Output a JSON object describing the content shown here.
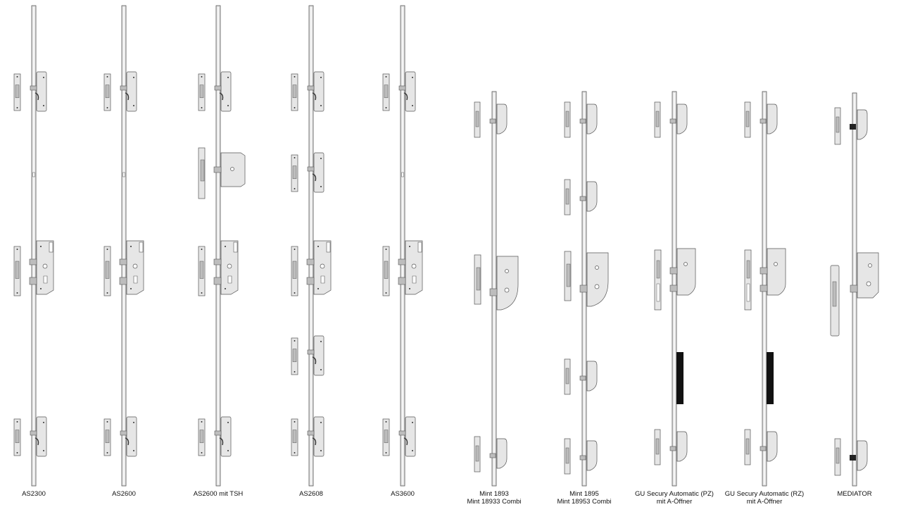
{
  "products": [
    {
      "id": "as2300",
      "lines": [
        "AS2300"
      ]
    },
    {
      "id": "as2600",
      "lines": [
        "AS2600"
      ]
    },
    {
      "id": "as2600-tsh",
      "lines": [
        "AS2600 mit TSH"
      ]
    },
    {
      "id": "as2608",
      "lines": [
        "AS2608"
      ]
    },
    {
      "id": "as3600",
      "lines": [
        "AS3600"
      ]
    },
    {
      "id": "mint-1893",
      "lines": [
        "Mint 1893",
        "Mint 18933 Combi"
      ]
    },
    {
      "id": "mint-1895",
      "lines": [
        "Mint 1895",
        "Mint 18953 Combi"
      ]
    },
    {
      "id": "gu-secury-pz",
      "lines": [
        "GU Secury Automatic (PZ)",
        "mit A-Öffner"
      ]
    },
    {
      "id": "gu-secury-rz",
      "lines": [
        "GU Secury Automatic (RZ)",
        "mit A-Öffner"
      ]
    },
    {
      "id": "mediator",
      "lines": [
        "MEDIATOR"
      ]
    }
  ],
  "colors": {
    "metal": "#e6e6e6",
    "metal_dark": "#bdbdbd",
    "outline": "#555555",
    "black_part": "#111111"
  }
}
